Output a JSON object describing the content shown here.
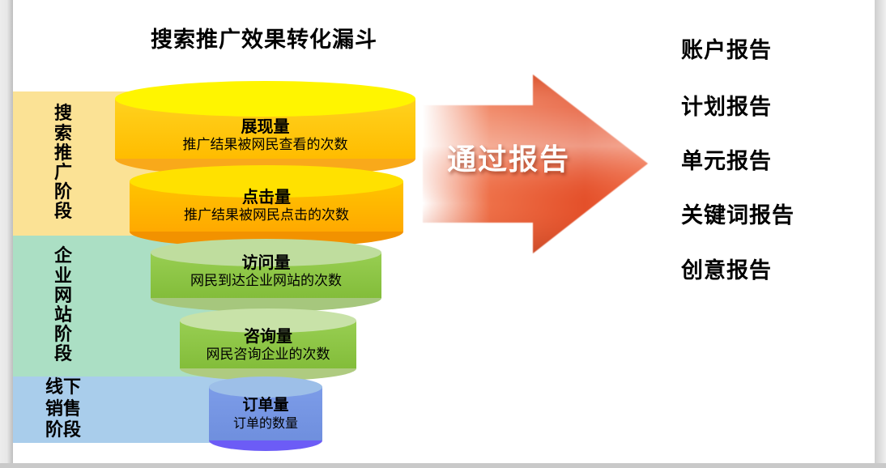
{
  "title": "搜索推广效果转化漏斗",
  "funnel": {
    "stages": [
      {
        "label": "搜索推广阶段",
        "color": "#FBE295"
      },
      {
        "label": "企业网站阶段",
        "color": "#ABDFC4"
      },
      {
        "label": "线下销售阶段",
        "color": "#A9CDEB"
      }
    ],
    "levels": [
      {
        "name": "展现量",
        "desc": "推广结果被网民查看的次数",
        "colors": {
          "top": "#FFF500",
          "body_light": "#FFD21E",
          "body_dark": "#FFBC00",
          "bottom": "#F9A91A"
        }
      },
      {
        "name": "点击量",
        "desc": "推广结果被网民点击的次数",
        "colors": {
          "top": "#FFE100",
          "body_light": "#FFC400",
          "body_dark": "#FFA900",
          "bottom": "#F29200"
        }
      },
      {
        "name": "访问量",
        "desc": "网民到达企业网站的次数",
        "colors": {
          "top": "#BFDD9E",
          "body_light": "#98CE52",
          "body_dark": "#83BD3A",
          "bottom": "#A6C77D"
        }
      },
      {
        "name": "咨询量",
        "desc": "网民咨询企业的次数",
        "colors": {
          "top": "#C8E2A8",
          "body_light": "#98CE52",
          "body_dark": "#83BD3A",
          "bottom": "#AFCB80"
        }
      },
      {
        "name": "订单量",
        "desc": "订单的数量",
        "colors": {
          "top": "#9DBFE8",
          "body_light": "#7C9CE8",
          "body_dark": "#6F8FDE",
          "bottom": "#6C5CF6"
        }
      }
    ]
  },
  "arrow": {
    "label": "通过报告",
    "fade_from": "#FFFFFF",
    "mid_color": "#EE7048",
    "main_color": "#E4502A",
    "tip_color": "#EF6A44"
  },
  "reports": [
    {
      "label": "账户报告"
    },
    {
      "label": "计划报告"
    },
    {
      "label": "单元报告"
    },
    {
      "label": "关键词报告"
    },
    {
      "label": "创意报告"
    }
  ]
}
